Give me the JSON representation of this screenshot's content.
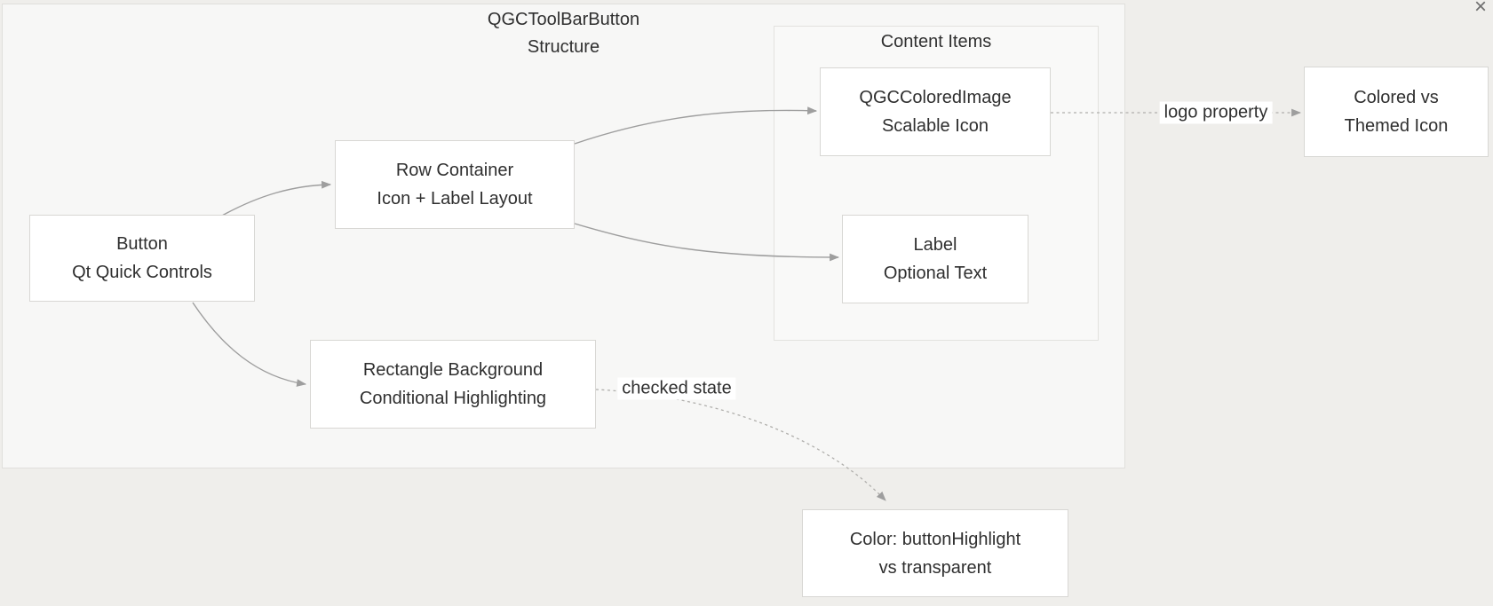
{
  "window": {
    "close_icon": "×"
  },
  "diagram": {
    "title_line1": "QGCToolBarButton",
    "title_line2": "Structure",
    "content_group_title": "Content Items",
    "nodes": {
      "button": {
        "line1": "Button",
        "line2": "Qt Quick Controls"
      },
      "row": {
        "line1": "Row Container",
        "line2": "Icon + Label Layout"
      },
      "colored_image": {
        "line1": "QGCColoredImage",
        "line2": "Scalable Icon"
      },
      "label": {
        "line1": "Label",
        "line2": "Optional Text"
      },
      "rectangle": {
        "line1": "Rectangle Background",
        "line2": "Conditional Highlighting"
      },
      "color": {
        "line1": "Color: buttonHighlight",
        "line2": "vs transparent"
      },
      "themed": {
        "line1": "Colored vs",
        "line2": "Themed Icon"
      }
    },
    "edge_labels": {
      "logo_property": "logo property",
      "checked_state": "checked state"
    }
  },
  "colors": {
    "page_bg": "#efeeeb",
    "group_bg": "#f7f7f6",
    "subgroup_bg": "#f9f9f8",
    "node_bg": "#ffffff",
    "node_border": "#d8d7d4",
    "arrow": "#9e9e9e",
    "dotted_arrow": "#b0afac",
    "text": "#2f2f2f"
  }
}
